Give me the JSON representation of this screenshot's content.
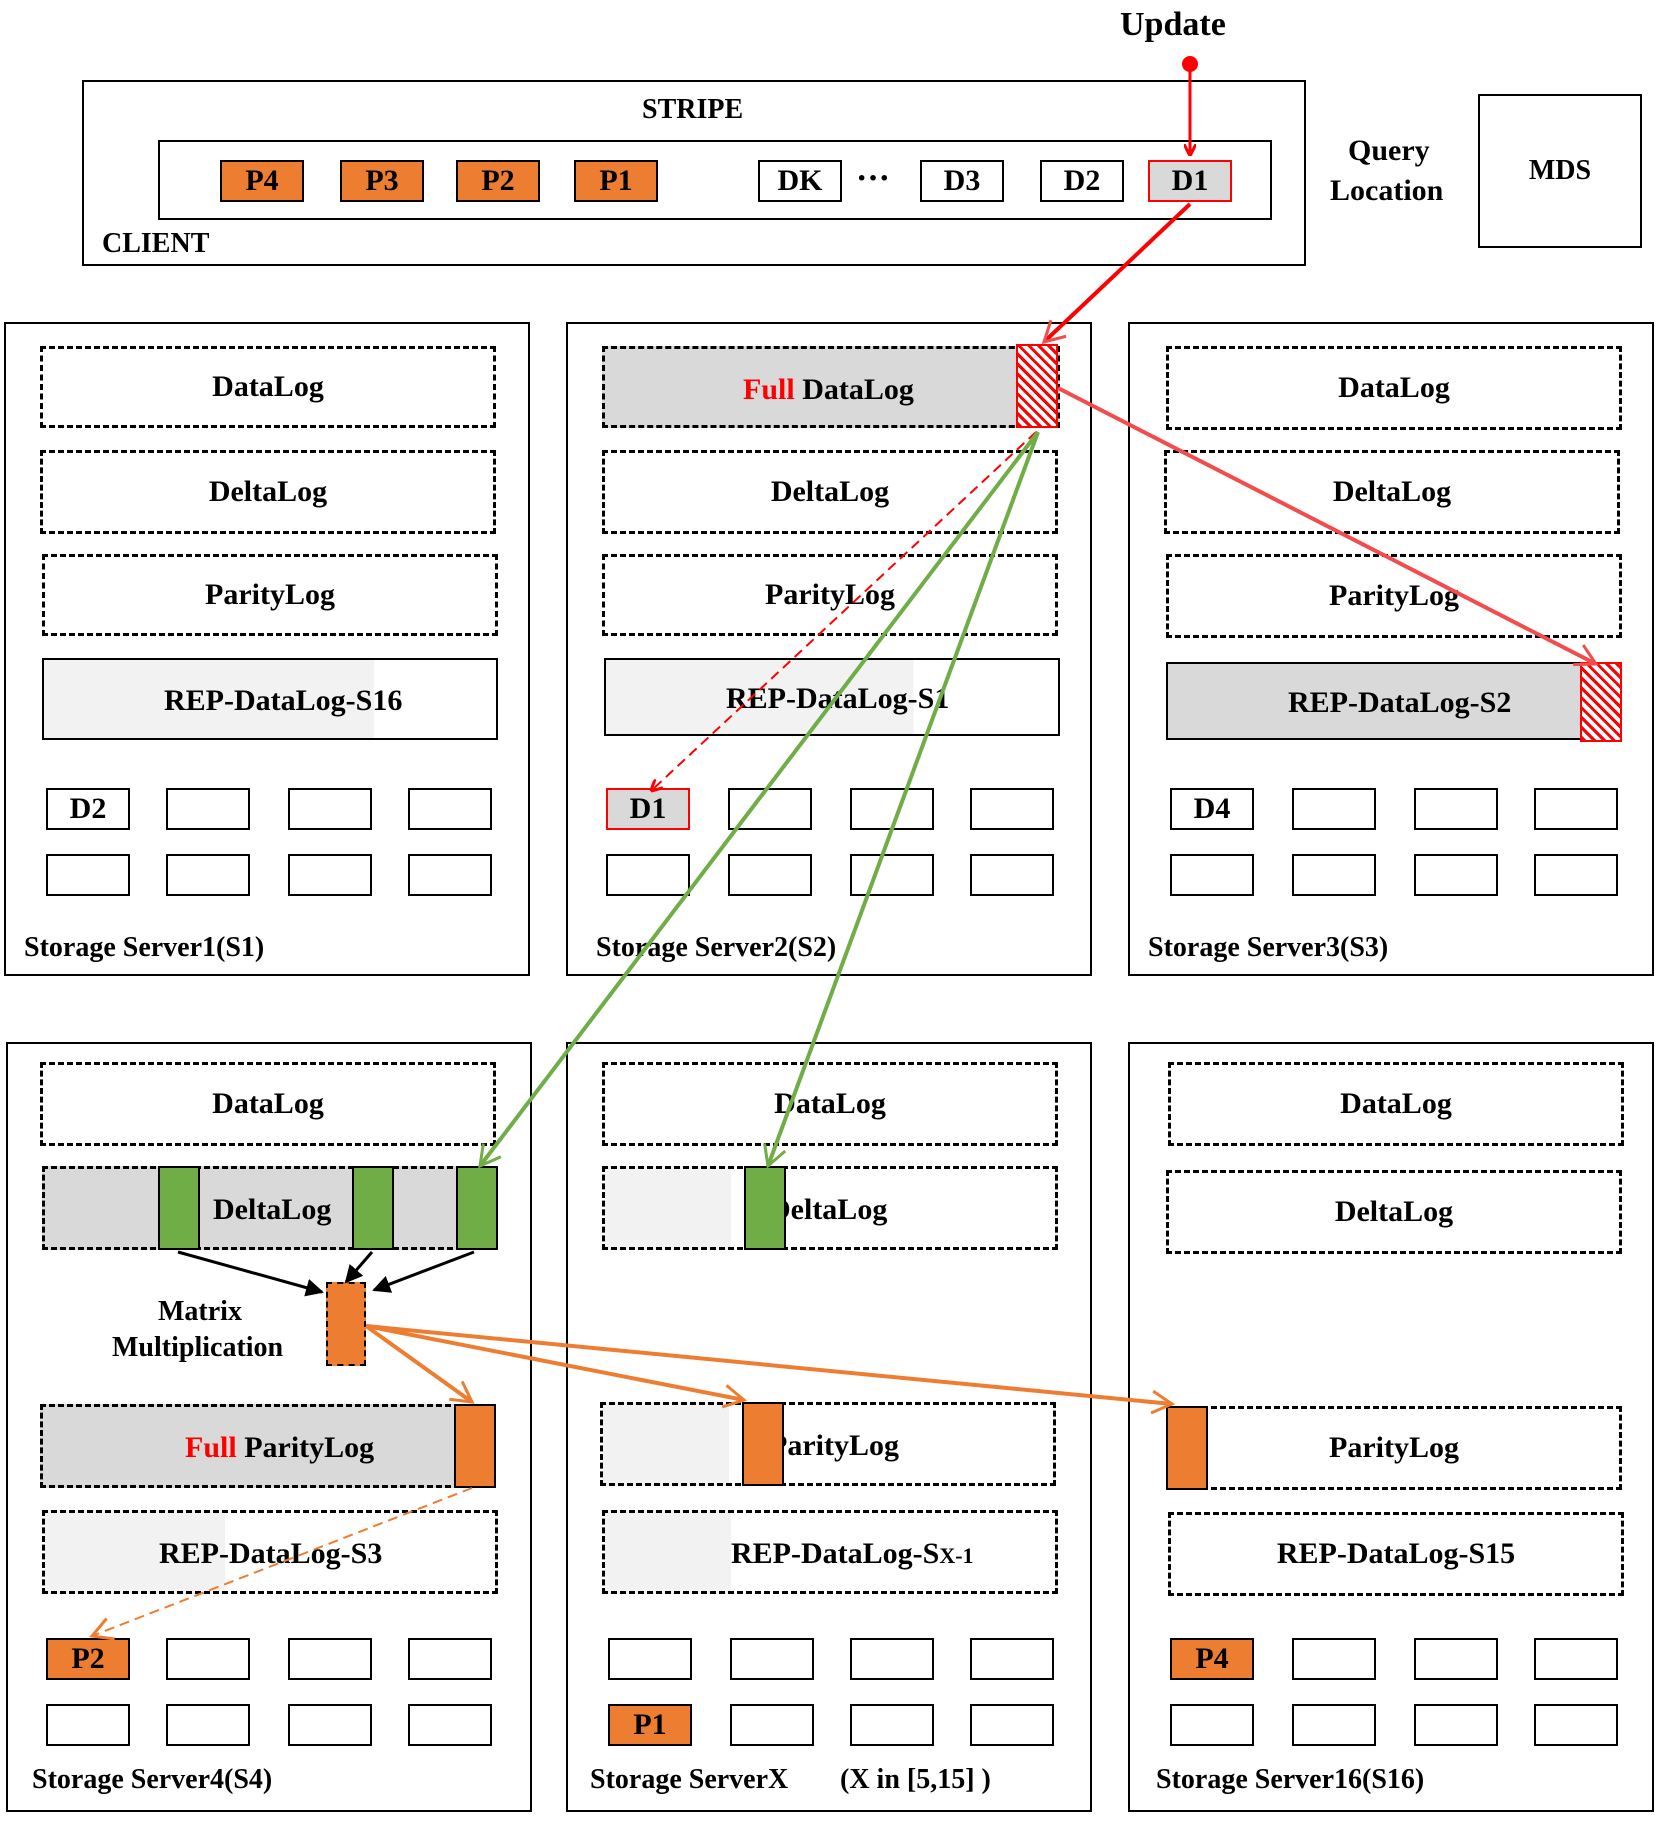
{
  "update_label": "Update",
  "client": {
    "title": "STRIPE",
    "label": "CLIENT",
    "parity_blocks": [
      "P4",
      "P3",
      "P2",
      "P1"
    ],
    "data_blocks": [
      "DK",
      "D3",
      "D2",
      "D1"
    ],
    "ellipsis": "···"
  },
  "mds": {
    "label": "MDS",
    "query_line1": "Query",
    "query_line2": "Location"
  },
  "servers": {
    "s1": {
      "datalog": "DataLog",
      "deltalog": "DeltaLog",
      "paritylog": "ParityLog",
      "replog": "REP-DataLog-S16",
      "block": "D2",
      "name": "Storage Server1(S1)"
    },
    "s2": {
      "full": "Full",
      "datalog": "DataLog",
      "deltalog": "DeltaLog",
      "paritylog": "ParityLog",
      "replog": "REP-DataLog-S1",
      "block": "D1",
      "name": "Storage Server2(S2)"
    },
    "s3": {
      "datalog": "DataLog",
      "deltalog": "DeltaLog",
      "paritylog": "ParityLog",
      "replog": "REP-DataLog-S2",
      "block": "D4",
      "name": "Storage Server3(S3)"
    },
    "s4": {
      "datalog": "DataLog",
      "deltalog": "DeltaLog",
      "matrix_line1": "Matrix",
      "matrix_line2": "Multiplication",
      "full": "Full",
      "paritylog": "ParityLog",
      "replog": "REP-DataLog-S3",
      "block": "P2",
      "name": "Storage Server4(S4)"
    },
    "sx": {
      "datalog": "DataLog",
      "deltalog": "DeltaLog",
      "paritylog": "ParityLog",
      "replog_prefix": "REP-DataLog-S",
      "replog_sub": "X-1",
      "block": "P1",
      "name": "Storage ServerX",
      "range": "(X in [5,15] )"
    },
    "s16": {
      "datalog": "DataLog",
      "deltalog": "DeltaLog",
      "paritylog": "ParityLog",
      "replog": "REP-DataLog-S15",
      "block": "P4",
      "name": "Storage Server16(S16)"
    }
  },
  "colors": {
    "parity": "#ED7D31",
    "delta": "#70AD47",
    "update": "#FF0000",
    "grey": "#D9D9D9"
  }
}
